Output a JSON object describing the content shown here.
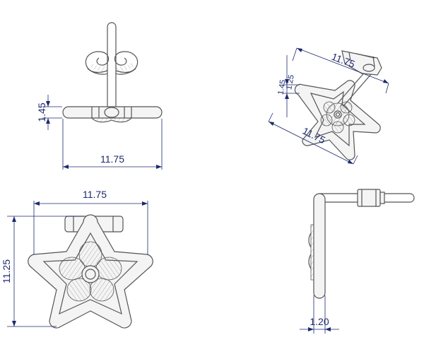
{
  "dimensions": {
    "front_width": "11.75",
    "front_thickness": "1.45",
    "top_width": "11.75",
    "top_height": "11.25",
    "side_thickness": "1.20",
    "iso_width": "11.75",
    "iso_depth": "11.75",
    "iso_small_a": "1.45",
    "iso_small_b": "1.25"
  },
  "colors": {
    "line": "#555555",
    "dimension": "#1e2a6e"
  }
}
